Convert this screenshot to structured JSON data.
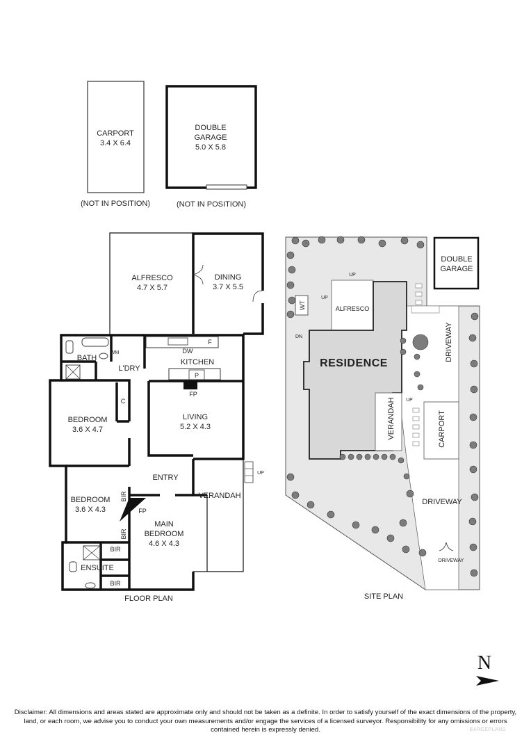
{
  "structures": {
    "carport": {
      "name": "CARPORT",
      "dims": "3.4 X 6.4",
      "note": "(NOT IN POSITION)"
    },
    "garage": {
      "name1": "DOUBLE",
      "name2": "GARAGE",
      "dims": "5.0 X 5.8",
      "note": "(NOT IN POSITION)"
    }
  },
  "floor_plan": {
    "caption": "FLOOR PLAN",
    "rooms": {
      "alfresco": {
        "name": "ALFRESCO",
        "dims": "4.7 X 5.7"
      },
      "dining": {
        "name": "DINING",
        "dims": "3.7 X 5.5"
      },
      "bath": {
        "name": "BATH"
      },
      "wm": "WM",
      "laundry": {
        "name": "L'DRY"
      },
      "kitchen": {
        "name": "KITCHEN"
      },
      "dw": "DW",
      "fridge": "F",
      "pantry": "P",
      "living_fp": "FP",
      "bedroom1": {
        "name": "BEDROOM",
        "dims": "3.6 X 4.7"
      },
      "closet": "C",
      "living": {
        "name": "LIVING",
        "dims": "5.2 X 4.3"
      },
      "entry": {
        "name": "ENTRY"
      },
      "up": "UP",
      "bedroom2": {
        "name": "BEDROOM",
        "dims": "3.6 X 4.3"
      },
      "bir1": "BIR",
      "bir2": "BIR",
      "bedroom_fp": "FP",
      "main_bedroom": {
        "name": "MAIN",
        "name2": "BEDROOM",
        "dims": "4.6 X 4.3"
      },
      "verandah": {
        "name": "VERANDAH"
      },
      "bir3": "BIR",
      "bir4": "BIR",
      "ensuite": {
        "name": "ENSUITE"
      }
    }
  },
  "site_plan": {
    "caption": "SITE PLAN",
    "residence": "RESIDENCE",
    "alfresco": "ALFRESCO",
    "wt": "WT",
    "dn": "DN",
    "up1": "UP",
    "up2": "UP",
    "up3": "UP",
    "double_garage_1": "DOUBLE",
    "double_garage_2": "GARAGE",
    "driveway_top": "DRIVEWAY",
    "carport": "CARPORT",
    "verandah": "VERANDAH",
    "driveway_mid": "DRIVEWAY",
    "driveway_bottom": "DRIVEWAY"
  },
  "north": "N",
  "disclaimer": "Disclaimer: All dimensions and areas stated are approximate only and should not be taken as a definite. In order to satisfy yourself of the exact dimensions of the property, land, or each room, we advise you to conduct your own measurements and/or engage the services of a licensed surveyor. Responsibility for any omissions or errors contained herein is expressly denied.",
  "watermark": "BARGEPLANS",
  "colors": {
    "wall": "#111111",
    "site_fill": "#e8e8e8",
    "residence_fill": "#d8d8d8",
    "tree": "#7c7c7c"
  }
}
